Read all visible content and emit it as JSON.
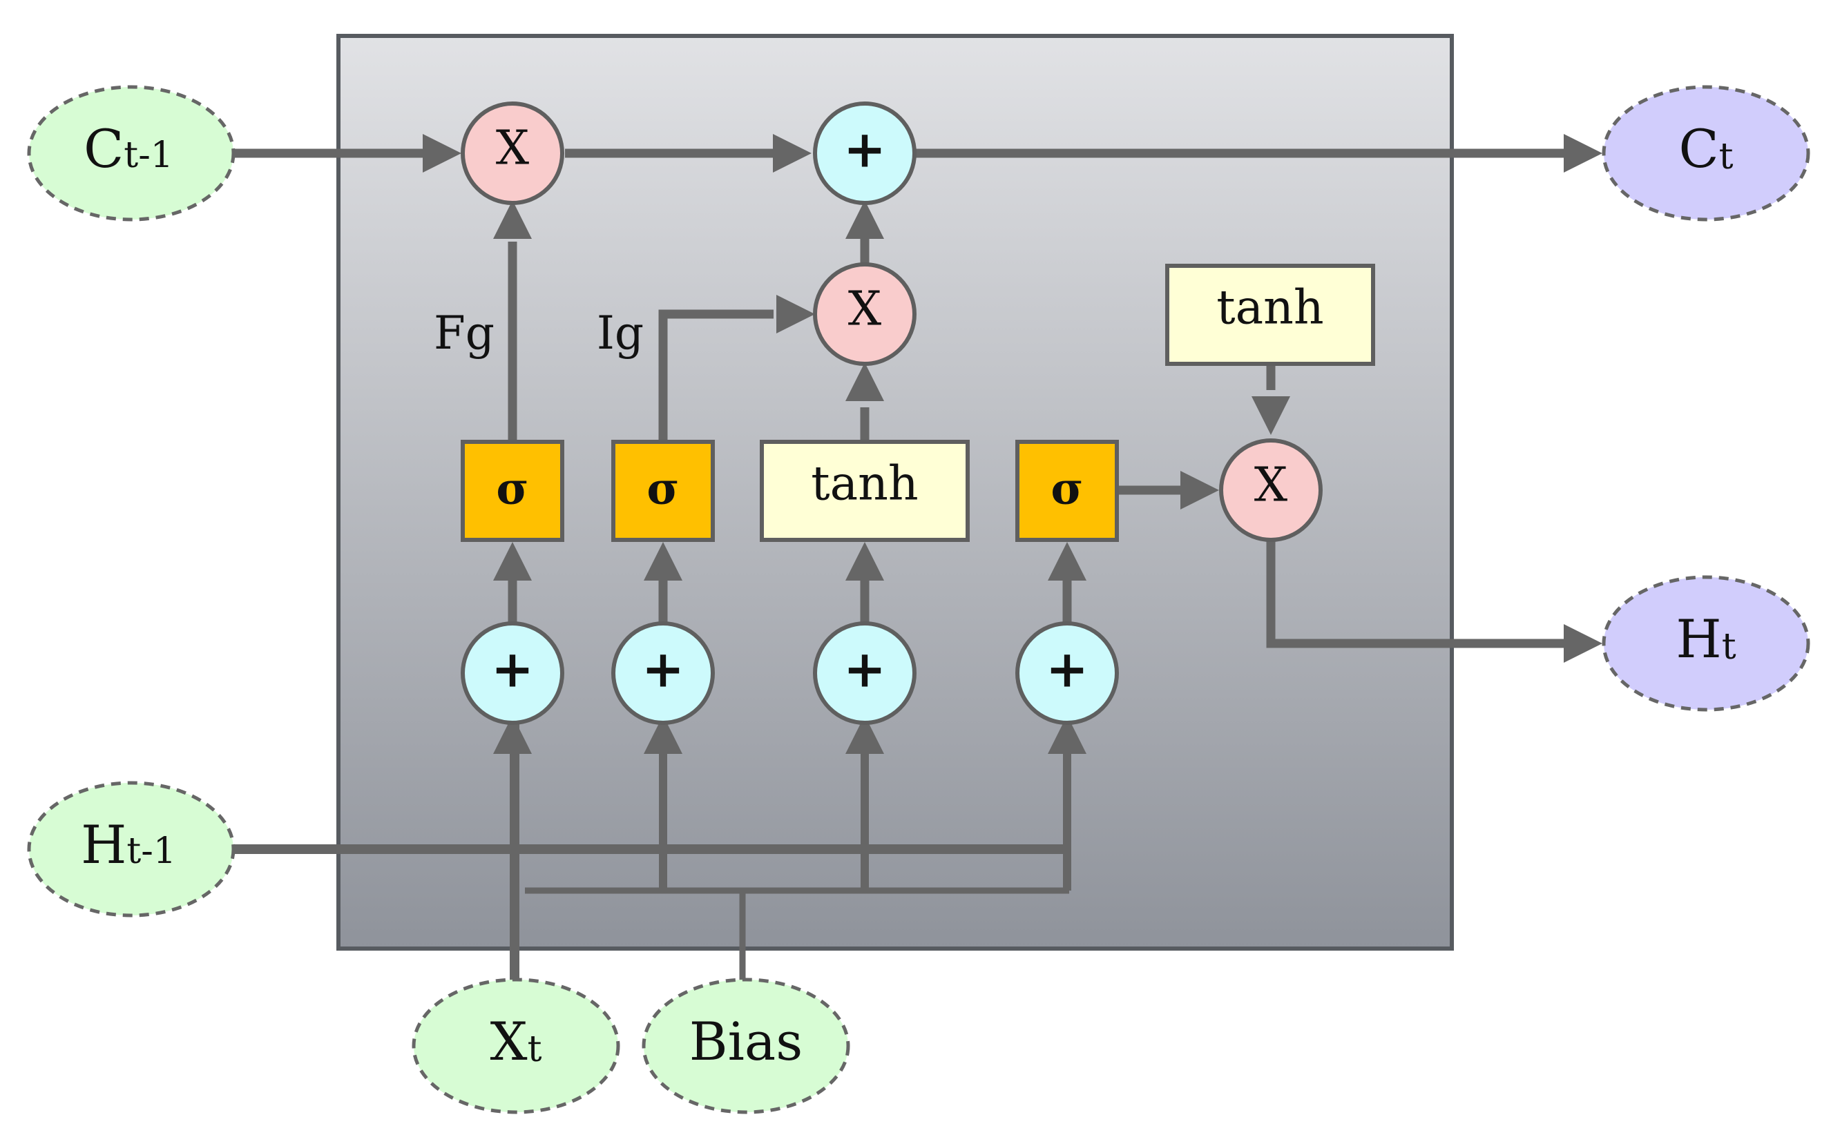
{
  "inputs": {
    "c_prev": {
      "main": "C",
      "sub": "t-1"
    },
    "h_prev": {
      "main": "H",
      "sub": "t-1"
    },
    "x_t": {
      "main": "X",
      "sub": "t"
    },
    "bias": {
      "main": "Bias",
      "sub": ""
    }
  },
  "outputs": {
    "c_t": {
      "main": "C",
      "sub": "t"
    },
    "h_t": {
      "main": "H",
      "sub": "t"
    }
  },
  "ops": {
    "multiply": "X",
    "add": "+"
  },
  "activations": {
    "sigmoid": "σ",
    "tanh": "tanh"
  },
  "gate_labels": {
    "forget": "Fg",
    "input": "Ig"
  },
  "colors": {
    "frame_top": "#e1e2e5",
    "frame_bottom": "#8f939b",
    "frame_border": "#575b60",
    "arrow": "#666666",
    "input_fill": "#d7fcd4",
    "output_fill": "#d1cdfc",
    "multiply_fill": "#f9cccc",
    "add_fill": "#cdfafc",
    "sigmoid_fill": "#ffc000",
    "tanh_fill": "#ffffd6"
  }
}
